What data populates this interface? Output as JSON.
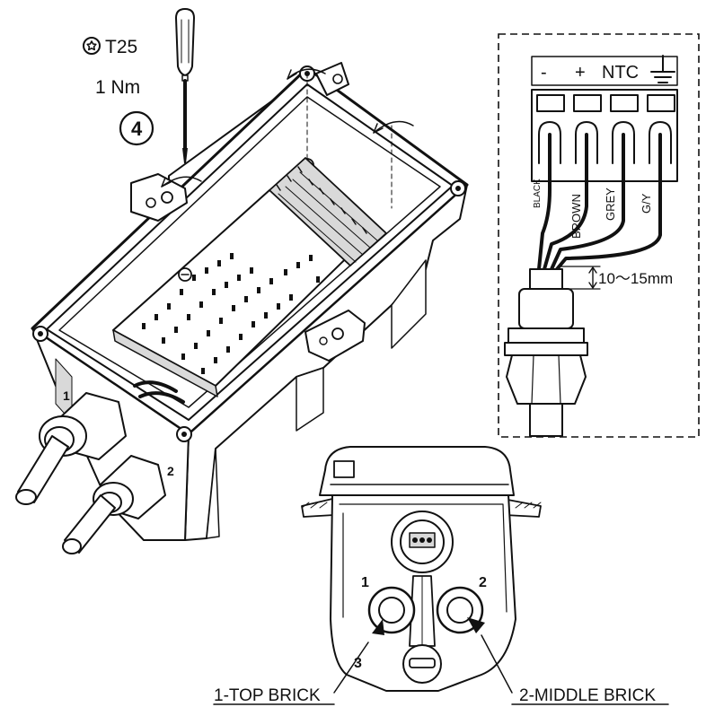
{
  "tool": {
    "bit_label": "T25",
    "torque_label": "1 Nm",
    "step_number": "4",
    "icon": "torx-icon"
  },
  "wiring_inset": {
    "terminals": [
      "-",
      "+",
      "NTC"
    ],
    "ground_icon": "ground-symbol",
    "wire_colors": [
      "BLACK",
      "BROWN",
      "GREY",
      "G/Y"
    ],
    "strip_length": "10～15mm"
  },
  "bottom_view": {
    "port_numbers": [
      "1",
      "2",
      "3"
    ],
    "callouts": [
      "1-TOP BRICK",
      "2-MIDDLE BRICK"
    ]
  },
  "housing_view": {
    "gland_numbers": [
      "1",
      "2"
    ]
  }
}
